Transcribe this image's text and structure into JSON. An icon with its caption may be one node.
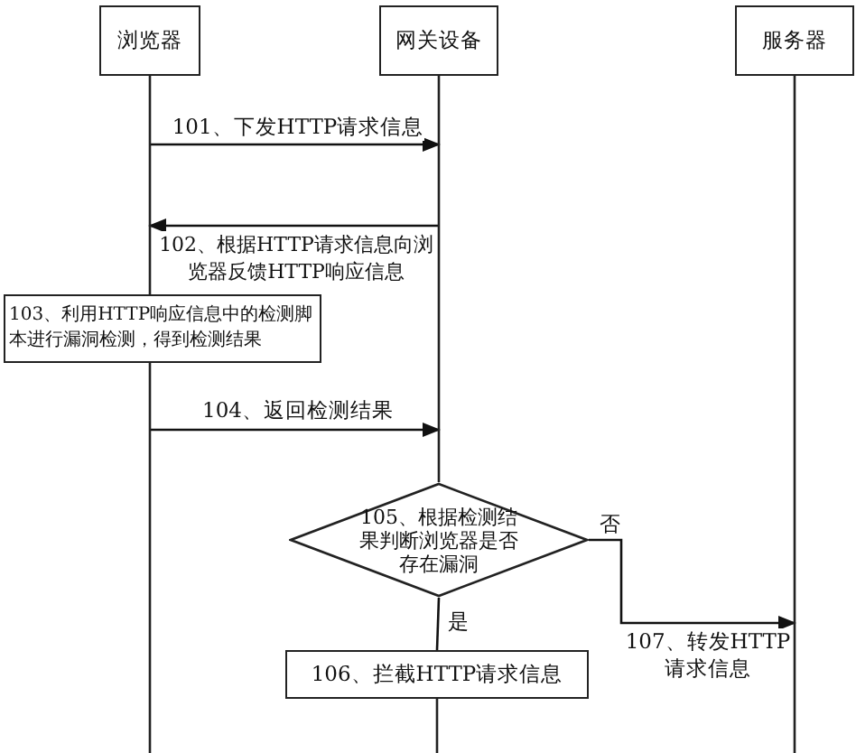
{
  "diagram": {
    "nodes": [
      {
        "text": [
          "浏览器"
        ]
      },
      {
        "text": [
          "网关设备"
        ]
      },
      {
        "text": [
          "服务器"
        ]
      },
      {
        "text": [
          "103、利用HTTP响应信息中的检测脚本进行漏洞检测，得到检测结果"
        ]
      },
      {
        "text": [
          "105、根据检测结果判断浏览器是否存在漏洞"
        ]
      },
      {
        "text": [
          "106、拦截HTTP请求信息"
        ]
      }
    ],
    "edges": [
      {
        "from": 0,
        "to": 1,
        "arrow": "to",
        "label": "101、下发HTTP请求信息"
      },
      {
        "from": 1,
        "to": 0,
        "arrow": "to",
        "label": "102、根据HTTP请求信息向浏览器反馈HTTP响应信息"
      },
      {
        "from": 0,
        "to": 1,
        "arrow": "to",
        "label": "104、返回检测结果"
      },
      {
        "from": 4,
        "to": 5,
        "arrow": "none",
        "label": "是"
      },
      {
        "from": 4,
        "to": 2,
        "arrow": "to",
        "label": "107、转发HTTP请求信息"
      }
    ],
    "labels": [
      "否"
    ]
  }
}
